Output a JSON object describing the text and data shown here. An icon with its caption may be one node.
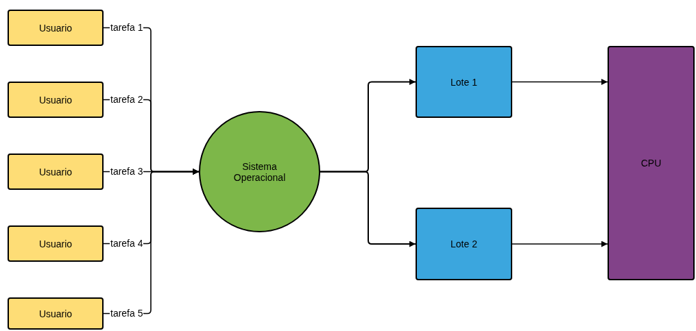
{
  "diagram": {
    "nodes": [
      {
        "text": [
          "Usuario"
        ]
      },
      {
        "text": [
          "Usuario"
        ]
      },
      {
        "text": [
          "Usuario"
        ]
      },
      {
        "text": [
          "Usuario"
        ]
      },
      {
        "text": [
          "Usuario"
        ]
      },
      {
        "text": [
          "Sistema Operacional"
        ]
      },
      {
        "text": [
          "Lote 1"
        ]
      },
      {
        "text": [
          "Lote 2"
        ]
      },
      {
        "text": [
          "CPU"
        ]
      }
    ],
    "edges": [
      {
        "from": 0,
        "to": 5,
        "arrow": "to",
        "label": "tarefa 1"
      },
      {
        "from": 1,
        "to": 5,
        "arrow": "to",
        "label": "tarefa 2"
      },
      {
        "from": 2,
        "to": 5,
        "arrow": "to",
        "label": "tarefa 3"
      },
      {
        "from": 3,
        "to": 5,
        "arrow": "to",
        "label": "tarefa 4"
      },
      {
        "from": 4,
        "to": 5,
        "arrow": "to",
        "label": "tarefa 5"
      },
      {
        "from": 5,
        "to": 6,
        "arrow": "to"
      },
      {
        "from": 5,
        "to": 7,
        "arrow": "to"
      },
      {
        "from": 6,
        "to": 8,
        "arrow": "to"
      },
      {
        "from": 7,
        "to": 8,
        "arrow": "to"
      }
    ]
  }
}
